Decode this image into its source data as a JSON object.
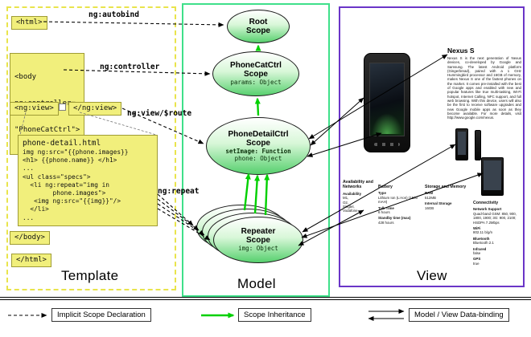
{
  "template": {
    "panel_label": "Template",
    "html_open": "<html>",
    "body_open_lines": [
      "<body",
      "ng:controller=",
      "\"PhoneCatCtrl\">"
    ],
    "ngview_open": "<ng:view>",
    "ngview_close": "</ng:view>",
    "body_close": "</body>",
    "html_close": "</html>",
    "ann_autobind": "ng:autobind",
    "ann_controller": "ng:controller",
    "ann_viewroute": "ng:view/$route",
    "ann_repeat": "ng:repeat",
    "code_title": "phone-detail.html",
    "code_lines": [
      "img ng:src=\"{{phone.images}}",
      "<h1> {{phone.name}} </h1>",
      "...",
      "<ul class=\"specs\">",
      "  <li ng:repeat=\"img in",
      "        phone.images\">",
      "   <img ng:src=\"{{img}}\"/>",
      "  </li>",
      "..."
    ]
  },
  "model": {
    "panel_label": "Model",
    "root_title_1": "Root",
    "root_title_2": "Scope",
    "phonecat_title_1": "PhoneCatCtrl",
    "phonecat_title_2": "Scope",
    "phonecat_prop": "params: Object",
    "phonedetail_title_1": "PhoneDetailCtrl",
    "phonedetail_title_2": "Scope",
    "phonedetail_prop_1": "setImage: Function",
    "phonedetail_prop_2": "phone: Object",
    "repeater_title_1": "Repeater",
    "repeater_title_2": "Scope",
    "repeater_prop": "img: Object"
  },
  "view": {
    "panel_label": "View",
    "phone_name": "Nexus S",
    "description": "Nexus S is the next generation of Nexus devices, co-developed by Google and Samsung. The latest Android platform (Gingerbread), paired with a 1 GHz Hummingbird processor and 16GB of memory, makes Nexus S one of the fastest phones on the market. It comes pre-installed with the best of Google apps and enabled with new and popular features like true multi-tasking, Wi-Fi hotspot, Internet Calling, NFC support, and full web browsing. With this device, users will also be the first to receive software upgrades and new Google mobile apps as soon as they become available. For more details, visit http://www.google.com/nexus.",
    "specs": {
      "col1_header": "Availability and Networks",
      "col1_rows": [
        "Availability",
        "M1,",
        "O2,",
        "Singtel,",
        "Vodafone"
      ],
      "col2_header": "Battery",
      "col2_rows": [
        "Type",
        "Lithium Ion (Li-Ion) (1500 mAH)",
        "Talk Time",
        "6 hours",
        "Standby time (max)",
        "428 hours"
      ],
      "col3_header": "Storage and Memory",
      "col3_rows": [
        "RAM",
        "512MB",
        "Internal Storage",
        "16GB"
      ],
      "col4_header": "Connectivity",
      "col4_rows": [
        "Network Support",
        "Quad-band GSM: 850, 900, 1800, 1900; 3G: 900, 2100; HSDPA 7.2Mbps",
        "WiFi",
        "802.11 b/g/n",
        "Bluetooth",
        "Bluetooth 2.1",
        "Infrared",
        "false",
        "GPS",
        "true"
      ]
    }
  },
  "legend": {
    "implicit": "Implicit Scope Declaration",
    "inheritance": "Scope Inheritance",
    "databinding": "Model / View Data-binding"
  },
  "colors": {
    "template_border": "#e9e44c",
    "model_border": "#3fe08a",
    "view_border": "#6a35c8",
    "tag_background": "#f1ef7c",
    "scope_green": "#57d06e",
    "inheritance_arrow": "#00d000"
  }
}
